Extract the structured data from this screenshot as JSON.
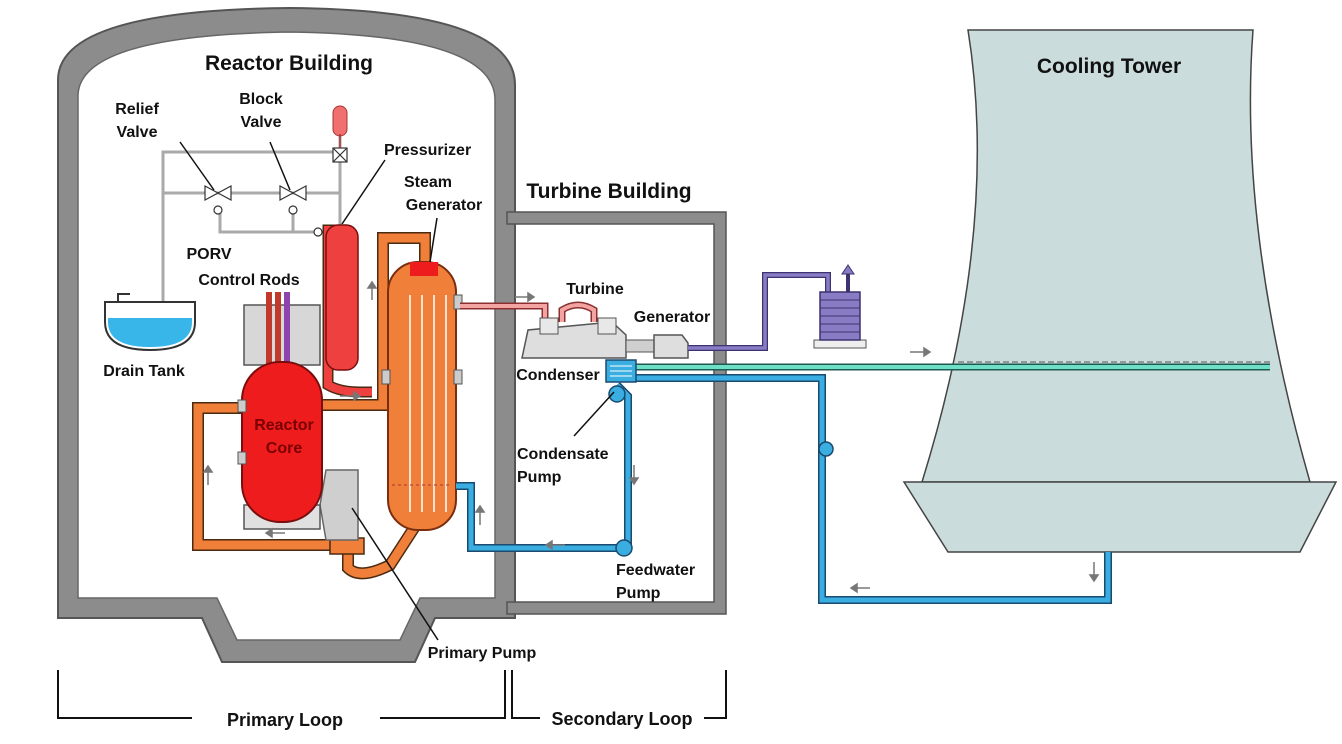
{
  "labels": {
    "reactor_building": "Reactor Building",
    "turbine_building": "Turbine Building",
    "cooling_tower": "Cooling Tower",
    "relief_valve_1": "Relief",
    "relief_valve_2": "Valve",
    "block_valve_1": "Block",
    "block_valve_2": "Valve",
    "pressurizer": "Pressurizer",
    "steam_generator_1": "Steam",
    "steam_generator_2": "Generator",
    "porv": "PORV",
    "control_rods": "Control Rods",
    "drain_tank": "Drain Tank",
    "reactor_core_1": "Reactor",
    "reactor_core_2": "Core",
    "turbine": "Turbine",
    "generator": "Generator",
    "condenser": "Condenser",
    "condensate_pump_1": "Condensate",
    "condensate_pump_2": "Pump",
    "feedwater_pump_1": "Feedwater",
    "feedwater_pump_2": "Pump",
    "primary_pump": "Primary Pump",
    "primary_loop": "Primary Loop",
    "secondary_loop": "Secondary Loop"
  },
  "colors": {
    "building_wall": "#8c8c8c",
    "primary_coolant": "#f07f3a",
    "reactor_core": "#ee1c1c",
    "steam_line": "#f4a3a3",
    "feedwater": "#3aaee0",
    "cooling_water": "#6fe0c8",
    "electric_line": "#8a7cc4",
    "tower_fill": "#cbdcdc"
  }
}
